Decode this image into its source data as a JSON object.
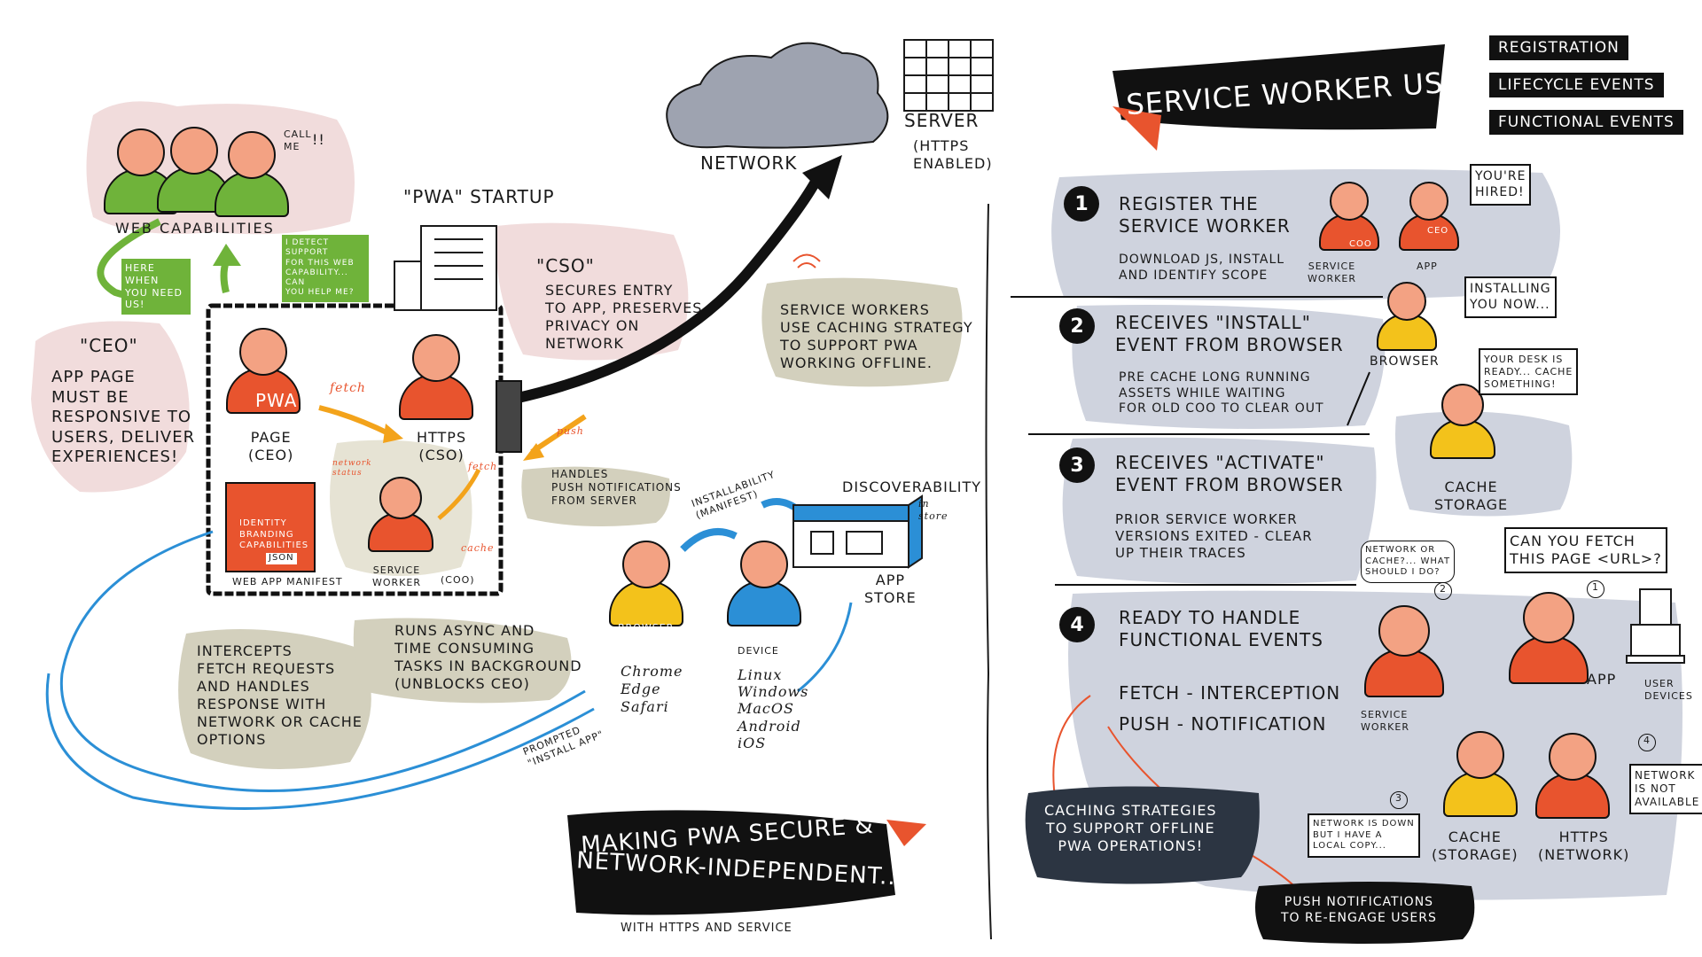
{
  "colors": {
    "orange": "#e8542e",
    "skin": "#f3a283",
    "yellow": "#f3c21b",
    "blue": "#2b8fd6",
    "green": "#6fb33a",
    "olive": "#d3d0bd",
    "pink": "#f1dcdc",
    "gray": "#cfd3de",
    "black": "#111111"
  },
  "left": {
    "web_capabilities": "WEB CAPABILITIES",
    "call_me": "CALL\nME",
    "exclaim": "!!",
    "here_when_you_need": "HERE WHEN\nYOU NEED\nUS!",
    "detect_support": "I DETECT SUPPORT\nFOR THIS WEB\nCAPABILITY... CAN\nYOU HELP ME?",
    "ceo_title": "\"CEO\"",
    "ceo_text": "APP PAGE\nMUST BE\nRESPONSIVE TO\nUSERS, DELIVER\nEXPERIENCES!",
    "pwa_startup": "\"PWA\" STARTUP",
    "cso_title": "\"CSO\"",
    "cso_text": "SECURES ENTRY\nTO APP, PRESERVES\nPRIVACY ON\nNETWORK",
    "pwa_badge": "PWA",
    "page_label": "PAGE\n(CEO)",
    "https_label": "HTTPS\n(CSO)",
    "fetch": "fetch",
    "fetch2": "fetch",
    "push": "push",
    "cache": "cache",
    "network_status": "network\nstatus",
    "handles_push": "HANDLES\nPUSH NOTIFICATIONS\nFROM SERVER",
    "manifest_text": "IDENTITY\nBRANDING\nCAPABILITIES",
    "json": "JSON",
    "manifest_label": "WEB APP MANIFEST",
    "sw_label": "SERVICE\nWORKER",
    "coo": "(COO)",
    "intercepts": "INTERCEPTS\nFETCH REQUESTS\nAND HANDLES\nRESPONSE WITH\nNETWORK OR CACHE\nOPTIONS",
    "runs_async": "RUNS ASYNC AND\nTIME CONSUMING\nTASKS IN BACKGROUND\n(unblocks CEO)",
    "network": "NETWORK",
    "server": "SERVER",
    "https_enabled": "(HTTPS\nENABLED)",
    "sw_caching": "SERVICE WORKERS\nUSE CACHING STRATEGY\nTO SUPPORT PWA\nWORKING OFFLINE.",
    "installability": "INSTALLABILITY\n(manifest)",
    "discoverability": "DISCOVERABILITY",
    "in_store": "in\nstore",
    "app_store": "APP\nSTORE",
    "browser_badge": "BROWSER",
    "browsers": "Chrome\nEdge\nSafari",
    "device_label": "DEVICE",
    "devices": "Linux\nWindows\nMacOS\nAndroid\niOS",
    "prompted": "PROMPTED\n\"install App\"",
    "banner_line1": "MAKING PWA SECURE &",
    "banner_line2": "NETWORK-INDEPENDENT...",
    "banner_sub": "WITH HTTPS AND SERVICE"
  },
  "right": {
    "title": "SERVICE WORKER USE",
    "tags": [
      "REGISTRATION",
      "LIFECYCLE EVENTS",
      "FUNCTIONAL EVENTS"
    ],
    "steps": [
      {
        "num": "1",
        "heading": "REGISTER THE\nSERVICE WORKER",
        "detail": "DOWNLOAD JS, INSTALL\nAND IDENTIFY SCOPE"
      },
      {
        "num": "2",
        "heading": "RECEIVES \"INSTALL\"\nEVENT FROM BROWSER",
        "detail": "PRE CACHE LONG RUNNING\nASSETS WHILE WAITING\nFOR OLD COO TO CLEAR OUT"
      },
      {
        "num": "3",
        "heading": "RECEIVES \"ACTIVATE\"\nEVENT FROM BROWSER",
        "detail": "PRIOR SERVICE WORKER\nVERSIONS EXITED - CLEAR\nUP THEIR TRACES"
      },
      {
        "num": "4",
        "heading": "READY TO HANDLE\nFUNCTIONAL EVENTS",
        "detail": ""
      }
    ],
    "fetch_event": "FETCH - interception",
    "push_event": "PUSH - notification",
    "youre_hired": "YOU'RE\nHIRED!",
    "coo_badge": "COO",
    "ceo_badge": "CEO",
    "sw_label": "SERVICE\nWORKER",
    "app_label": "APP",
    "installing": "INSTALLING\nYOU NOW...",
    "browser_label": "BROWSER",
    "desk_ready": "YOUR DESK IS\nREADY... CACHE\nSOMETHING!",
    "cache_storage": "CACHE\nSTORAGE",
    "network_or_cache": "NETWORK OR\nCACHE?... WHAT\nSHOULD I DO?",
    "can_you_fetch": "CAN YOU FETCH\nTHIS PAGE <url>?",
    "user_devices": "USER\nDEVICES",
    "app2": "APP",
    "sw2": "SERVICE\nWORKER",
    "cache_label": "CACHE\n(STORAGE)",
    "https_label": "HTTPS\n(NETWORK)",
    "network_down": "NETWORK IS DOWN\nBUT I HAVE A\nLOCAL COPY...",
    "network_not_available": "NETWORK\nIS NOT\nAVAILABLE",
    "circle_nums": [
      "1",
      "2",
      "3",
      "4"
    ],
    "caching_strategies": "CACHING STRATEGIES\nTO SUPPORT OFFLINE\nPWA OPERATIONS!",
    "push_notifications": "PUSH NOTIFICATIONS\nTO RE-ENGAGE USERS"
  }
}
